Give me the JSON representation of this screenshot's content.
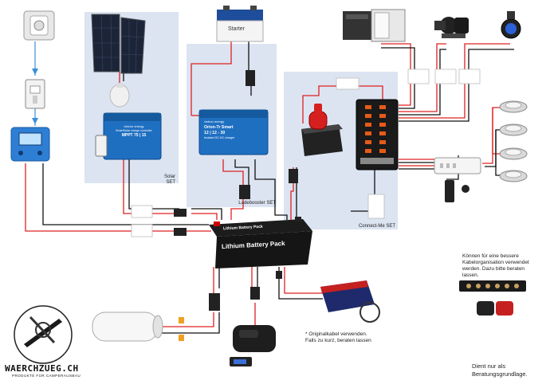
{
  "labels": {
    "solar_set": [
      "Solar",
      "SET"
    ],
    "ladebooster_set": "Ladebooster SET",
    "connect_me_set": "Connect-Me SET",
    "starter": "Starter",
    "battery_top": "Lithium Battery Pack",
    "battery_front": "Lithium Battery Pack",
    "mppt_brand": "victron energy",
    "mppt_name": "SmartSolar charge controller",
    "mppt_model": "MPPT 75 | 15",
    "orion_brand": "victron energy",
    "orion_name": "Orion-Tr Smart",
    "orion_model": "12 | 12 - 30",
    "orion_sub": "Isolated DC-DC charger"
  },
  "notes": {
    "cable_org": [
      "Können für eine bessere",
      "Kabelorganisation verwendet",
      "werden. Dazu bitte beraten",
      "lassen."
    ],
    "original_cable": [
      "* Originalkabel verwenden.",
      "Falls zu kurz, beraten lassen"
    ],
    "disclaimer": [
      "Dient nur als",
      "Beratungsgrundlage."
    ]
  },
  "brand": {
    "name": "WAERCHZUEG.CH",
    "tagline": "PRODUKTE FÜR CAMPERAUSBAU"
  },
  "colors": {
    "positive_wire": "#e02020",
    "negative_wire": "#111111",
    "set_panel": "#dce4f2",
    "victron_blue": "#1f6fc1"
  }
}
